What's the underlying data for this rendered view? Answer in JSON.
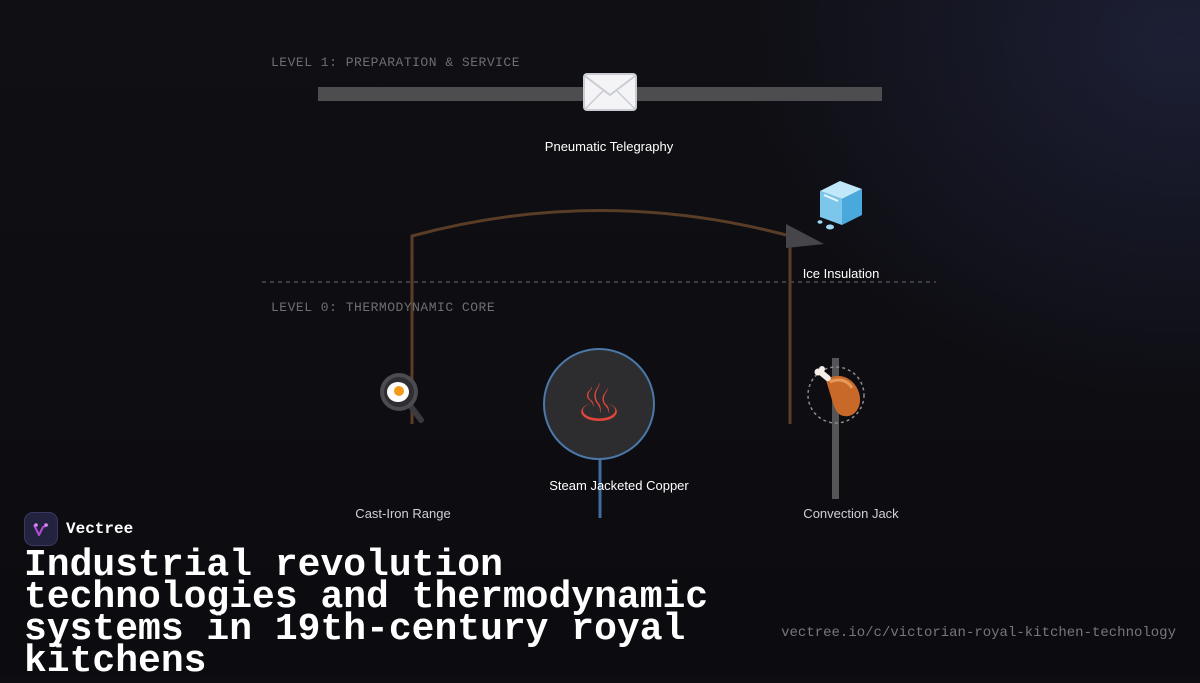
{
  "levels": {
    "level1": "LEVEL 1: PREPARATION & SERVICE",
    "level0": "LEVEL 0: THERMODYNAMIC CORE"
  },
  "nodes": {
    "pneumatic": {
      "label": "Pneumatic Telegraphy",
      "icon": "envelope-icon",
      "glyph": "✉"
    },
    "ice": {
      "label": "Ice Insulation",
      "icon": "ice-cube-icon"
    },
    "range": {
      "label": "Cast-Iron Range",
      "icon": "frying-pan-egg-icon"
    },
    "steam": {
      "label": "Steam Jacketed Copper",
      "icon": "hot-springs-icon",
      "glyph": "♨"
    },
    "jack": {
      "label": "Convection Jack",
      "icon": "poultry-leg-icon"
    }
  },
  "brand": {
    "name": "Vectree",
    "icon": "vectree-logo-icon"
  },
  "title": "Industrial revolution technologies and thermodynamic systems in 19th-century royal kitchens",
  "url": "vectree.io/c/victorian-royal-kitchen-technology",
  "colors": {
    "connector": "#5a3d26",
    "steam_ring": "#4b78a8",
    "steam_stem": "#3f6e9c",
    "bar": "#4d4d4f",
    "accent_logo": "#b04fd6"
  }
}
